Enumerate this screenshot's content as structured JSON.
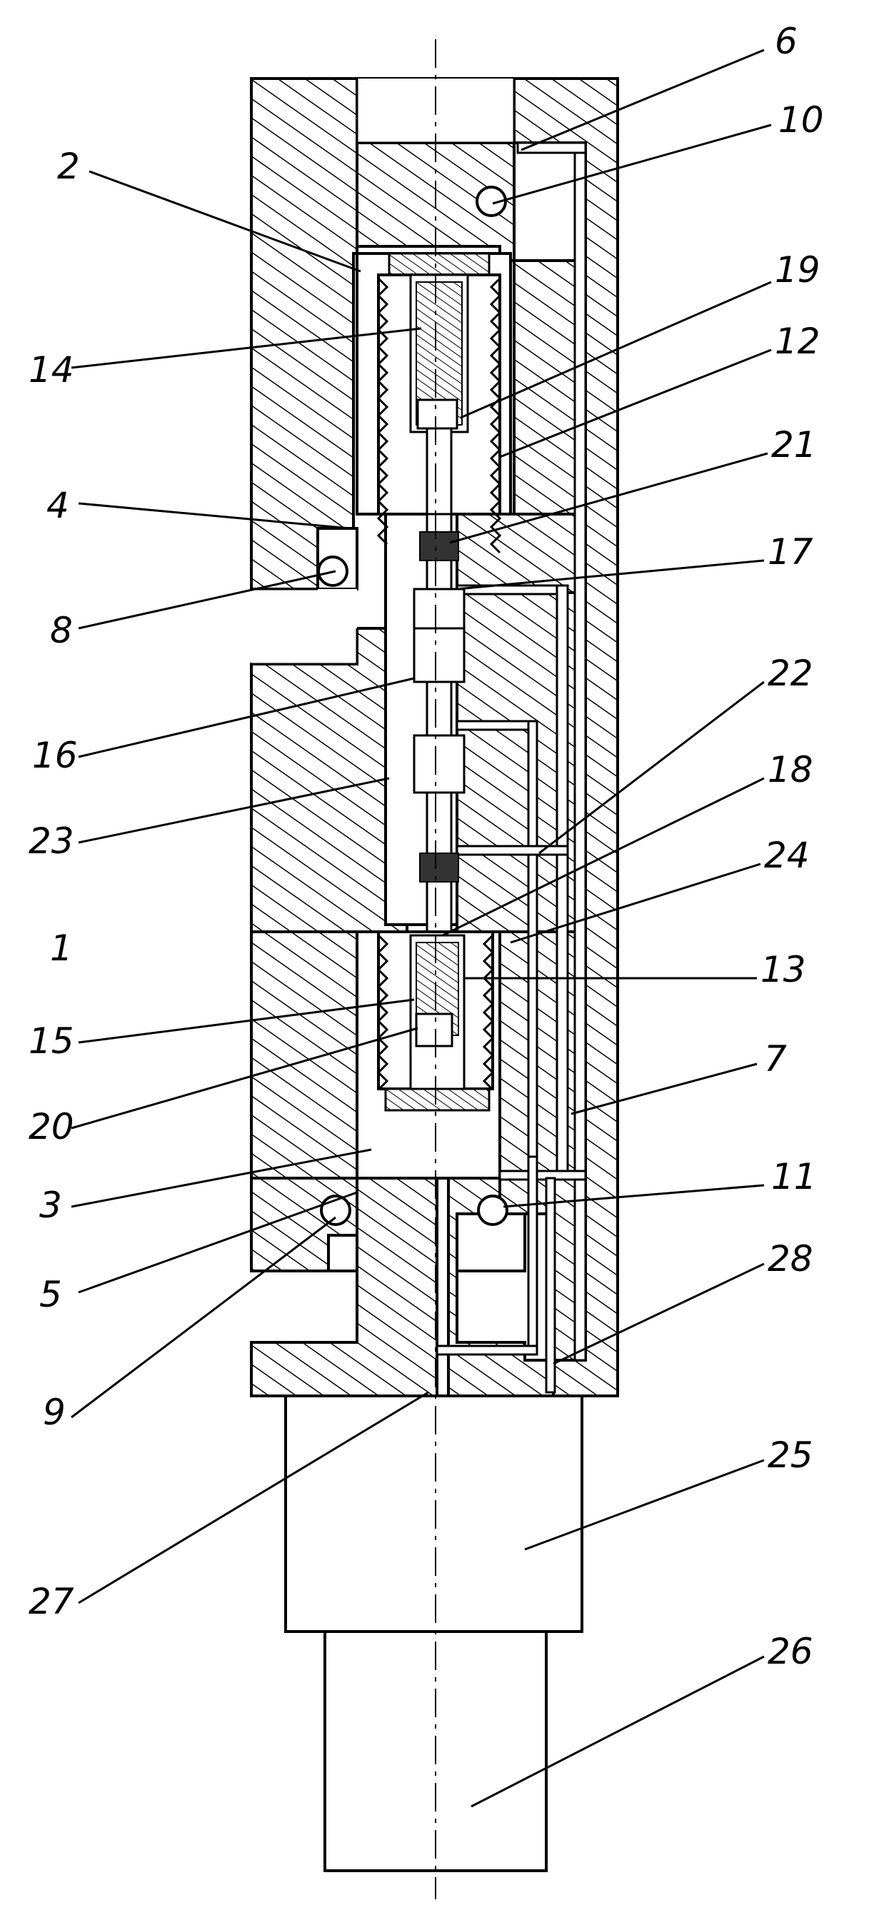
{
  "figure": {
    "labels": [
      {
        "id": "1",
        "text": "1"
      },
      {
        "id": "2",
        "text": "2"
      },
      {
        "id": "3",
        "text": "3"
      },
      {
        "id": "4",
        "text": "4"
      },
      {
        "id": "5",
        "text": "5"
      },
      {
        "id": "6",
        "text": "6"
      },
      {
        "id": "7",
        "text": "7"
      },
      {
        "id": "8",
        "text": "8"
      },
      {
        "id": "9",
        "text": "9"
      },
      {
        "id": "10",
        "text": "10"
      },
      {
        "id": "11",
        "text": "11"
      },
      {
        "id": "12",
        "text": "12"
      },
      {
        "id": "13",
        "text": "13"
      },
      {
        "id": "14",
        "text": "14"
      },
      {
        "id": "15",
        "text": "15"
      },
      {
        "id": "16",
        "text": "16"
      },
      {
        "id": "17",
        "text": "17"
      },
      {
        "id": "18",
        "text": "18"
      },
      {
        "id": "19",
        "text": "19"
      },
      {
        "id": "20",
        "text": "20"
      },
      {
        "id": "21",
        "text": "21"
      },
      {
        "id": "22",
        "text": "22"
      },
      {
        "id": "23",
        "text": "23"
      },
      {
        "id": "24",
        "text": "24"
      },
      {
        "id": "25",
        "text": "25"
      },
      {
        "id": "26",
        "text": "26"
      },
      {
        "id": "27",
        "text": "27"
      },
      {
        "id": "28",
        "text": "28"
      }
    ]
  }
}
